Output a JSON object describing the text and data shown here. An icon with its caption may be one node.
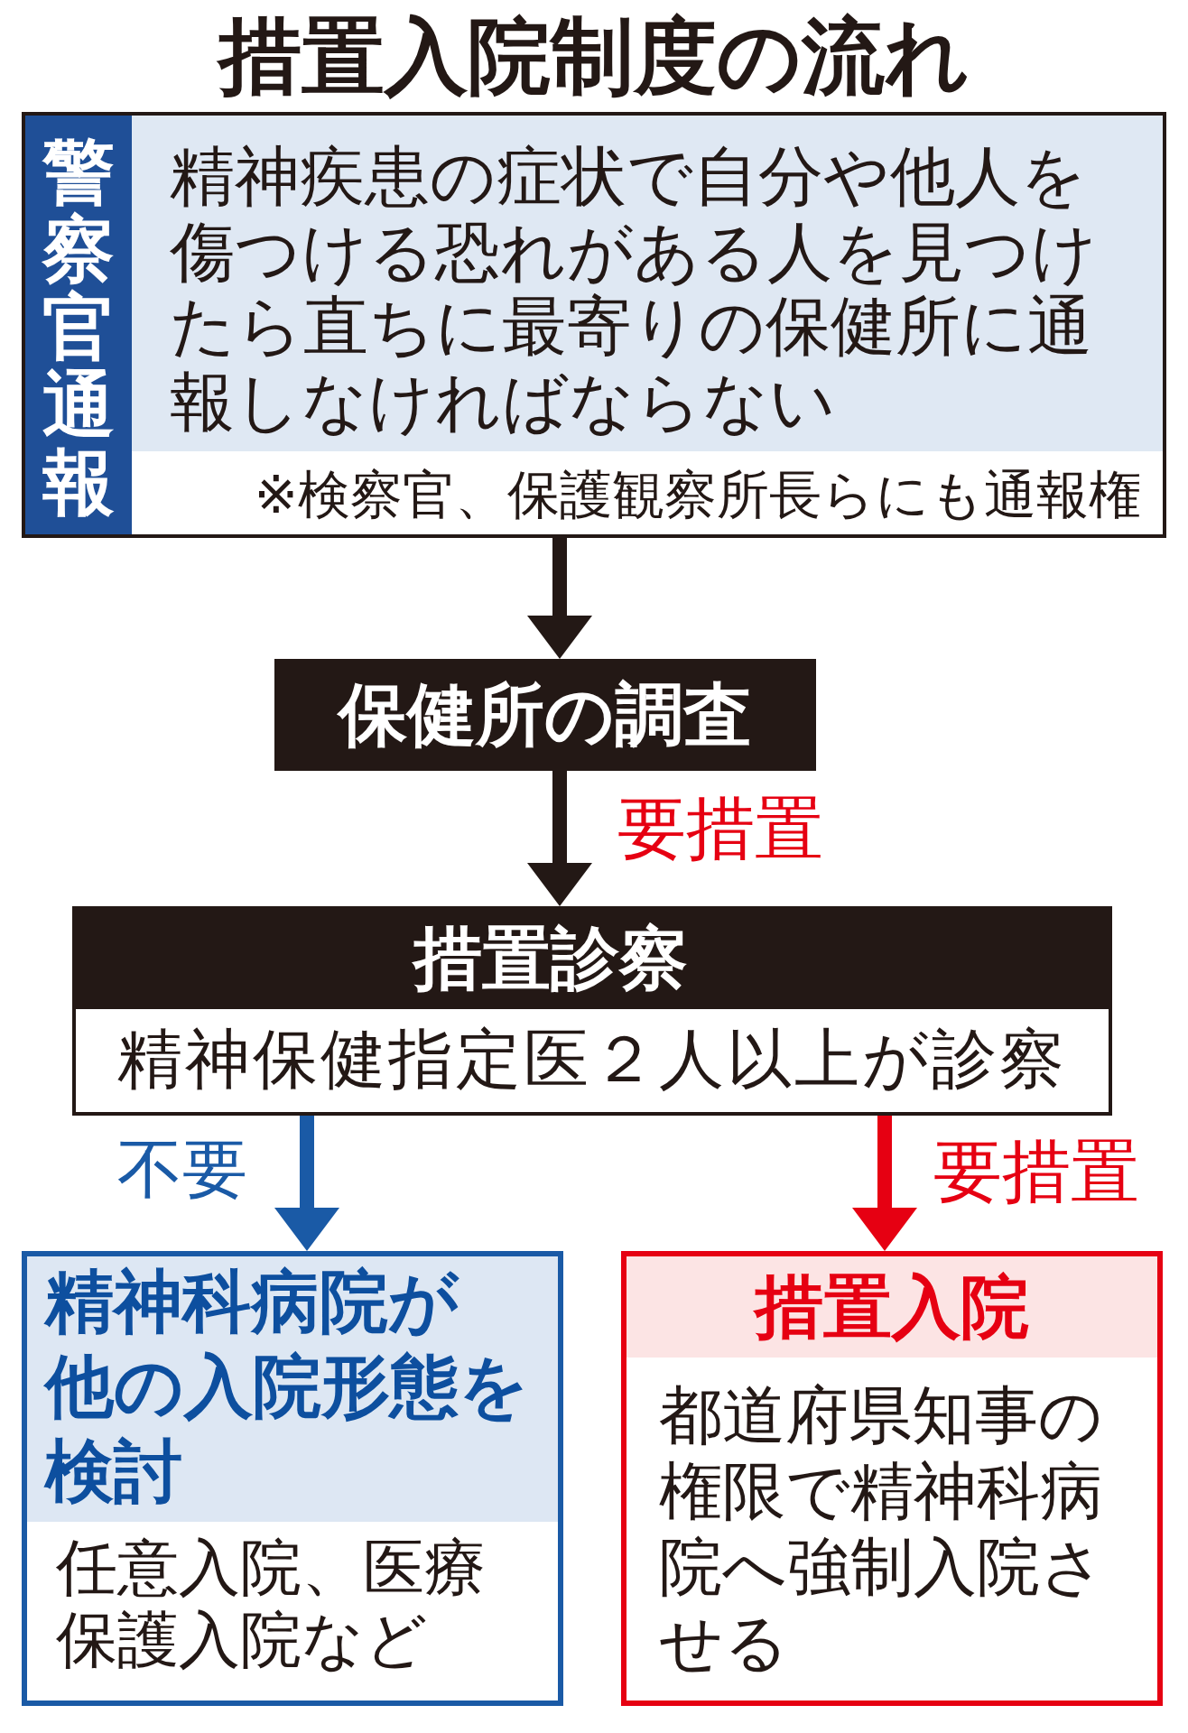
{
  "diagram": {
    "title": "措置入院制度の流れ",
    "nodes": [
      {
        "text": [
          "警察官通報",
          "精神疾患の症状で自分や他人を傷つける恐れがある人を見つけたら直ちに最寄りの保健所に通報しなければならない",
          "※検察官、保護観察所長らにも通報権"
        ]
      },
      {
        "text": [
          "保健所の調査"
        ]
      },
      {
        "text": [
          "措置診察",
          "精神保健指定医２人以上が診察"
        ]
      },
      {
        "text": [
          "精神科病院が他の入院形態を検討",
          "任意入院、医療保護入院など"
        ]
      },
      {
        "text": [
          "措置入院",
          "都道府県知事の権限で精神科病院へ強制入院させる"
        ]
      }
    ],
    "edges": [
      {
        "from": 0,
        "to": 1,
        "arrow": "to"
      },
      {
        "from": 1,
        "to": 2,
        "arrow": "to",
        "label": "要措置"
      },
      {
        "from": 2,
        "to": 3,
        "arrow": "to",
        "label": "不要",
        "color": "#1a5aa6"
      },
      {
        "from": 2,
        "to": 4,
        "arrow": "to",
        "label": "要措置",
        "color": "#e60012"
      }
    ]
  }
}
